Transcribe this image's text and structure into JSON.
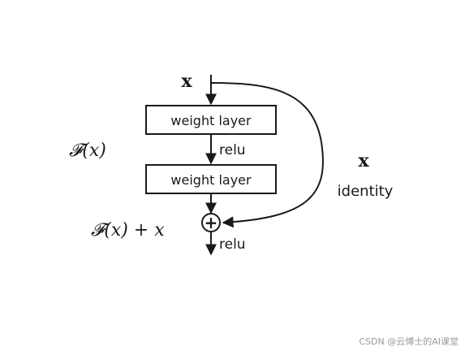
{
  "diagram": {
    "input_label": "x",
    "layer1_label": "weight layer",
    "layer2_label": "weight layer",
    "relu1_label": "relu",
    "relu2_label": "relu",
    "residual_label": "𝓕(x)",
    "output_label": "𝓕(x) + x",
    "shortcut_x_label": "x",
    "shortcut_label": "identity",
    "sum_symbol": "+"
  },
  "watermark": "CSDN @云博士的AI课堂",
  "colors": {
    "stroke": "#1a1a1a",
    "text": "#1a1a1a",
    "watermark": "#9a9a9a"
  }
}
